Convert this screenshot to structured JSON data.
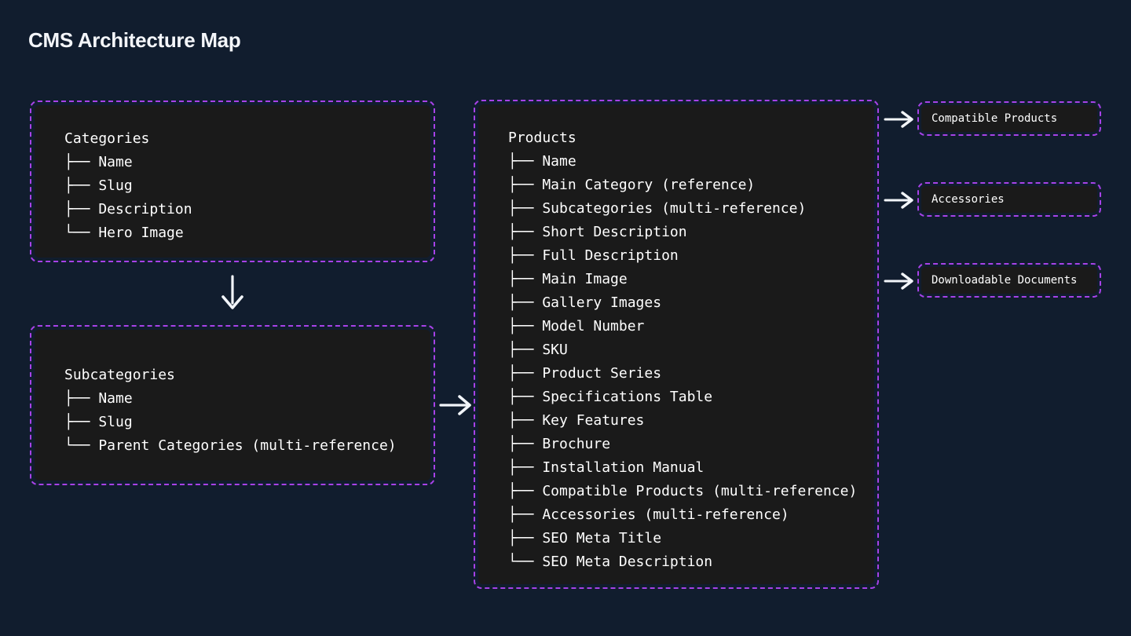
{
  "page": {
    "title": "CMS Architecture Map",
    "background_color": "#111d2e",
    "card_background_color": "#1a1a1a",
    "card_border_color": "#a742e8",
    "text_color": "#ffffff"
  },
  "entities": [
    {
      "id": "categories",
      "name": "Categories",
      "fields": [
        "Name",
        "Slug",
        "Description",
        "Hero Image"
      ]
    },
    {
      "id": "subcategories",
      "name": "Subcategories",
      "fields": [
        "Name",
        "Slug",
        "Parent Categories (multi-reference)"
      ]
    },
    {
      "id": "products",
      "name": "Products",
      "fields": [
        "Name",
        "Main Category (reference)",
        "Subcategories (multi-reference)",
        "Short Description",
        "Full Description",
        "Main Image",
        "Gallery Images",
        "Model Number",
        "SKU",
        "Product Series",
        "Specifications Table",
        "Key Features",
        "Brochure",
        "Installation Manual",
        "Compatible Products (multi-reference)",
        "Accessories (multi-reference)",
        "SEO Meta Title",
        "SEO Meta Description"
      ]
    }
  ],
  "reference_chips": [
    {
      "id": "compatible-products",
      "label": "Compatible Products"
    },
    {
      "id": "accessories",
      "label": "Accessories"
    },
    {
      "id": "downloadable-documents",
      "label": "Downloadable Documents"
    }
  ],
  "connectors": [
    {
      "id": "categories-to-subcategories",
      "direction": "down",
      "glyph": "arrow-down-icon"
    },
    {
      "id": "subcategories-to-products",
      "direction": "right",
      "glyph": "arrow-right-icon"
    },
    {
      "id": "products-to-compatible-products",
      "direction": "right",
      "glyph": "arrow-right-icon"
    },
    {
      "id": "products-to-accessories",
      "direction": "right",
      "glyph": "arrow-right-icon"
    },
    {
      "id": "products-to-downloadable-documents",
      "direction": "right",
      "glyph": "arrow-right-icon"
    }
  ],
  "tree_glyphs": {
    "branch": "├── ",
    "last": "└── "
  }
}
